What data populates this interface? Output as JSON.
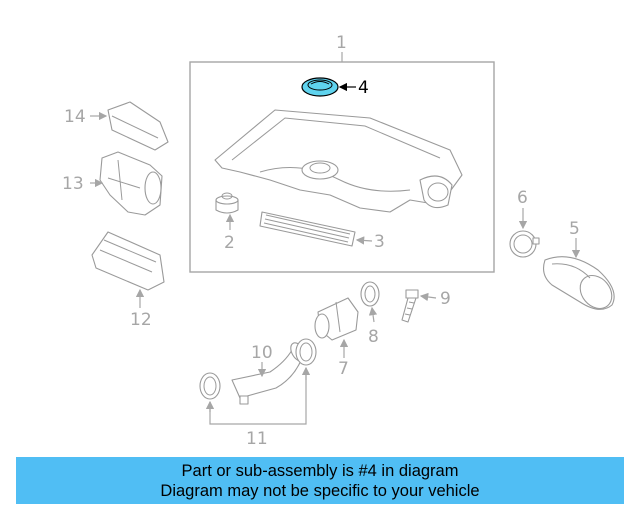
{
  "diagram": {
    "callouts": [
      "1",
      "2",
      "3",
      "4",
      "5",
      "6",
      "7",
      "8",
      "9",
      "10",
      "11",
      "12",
      "13",
      "14"
    ],
    "highlight_color": "#5fd3ee",
    "highlighted_part": "4"
  },
  "banner": {
    "line1": "Part or sub-assembly is #4 in diagram",
    "line2": "Diagram may not be specific to your vehicle",
    "background": "#50bef4"
  }
}
